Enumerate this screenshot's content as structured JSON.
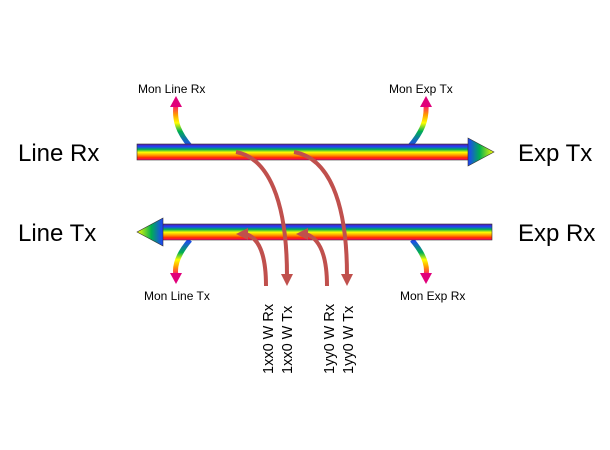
{
  "ports": {
    "line_rx": "Line Rx",
    "exp_tx": "Exp Tx",
    "line_tx": "Line Tx",
    "exp_rx": "Exp Rx"
  },
  "monitors": {
    "mon_line_rx": "Mon Line Rx",
    "mon_exp_tx": "Mon Exp Tx",
    "mon_line_tx": "Mon Line Tx",
    "mon_exp_rx": "Mon Exp Rx"
  },
  "add_drop": {
    "ch1_rx": "1xx0 W Rx",
    "ch1_tx": "1xx0 W Tx",
    "ch2_rx": "1yy0 W Rx",
    "ch2_tx": "1yy0 W Tx"
  },
  "colors": {
    "add_drop_arrow": "#c0504d",
    "spectrum": [
      "#6a0dad",
      "#1f3fff",
      "#00b050",
      "#ffff00",
      "#ff9900",
      "#ff0000",
      "#ff00ff"
    ]
  }
}
